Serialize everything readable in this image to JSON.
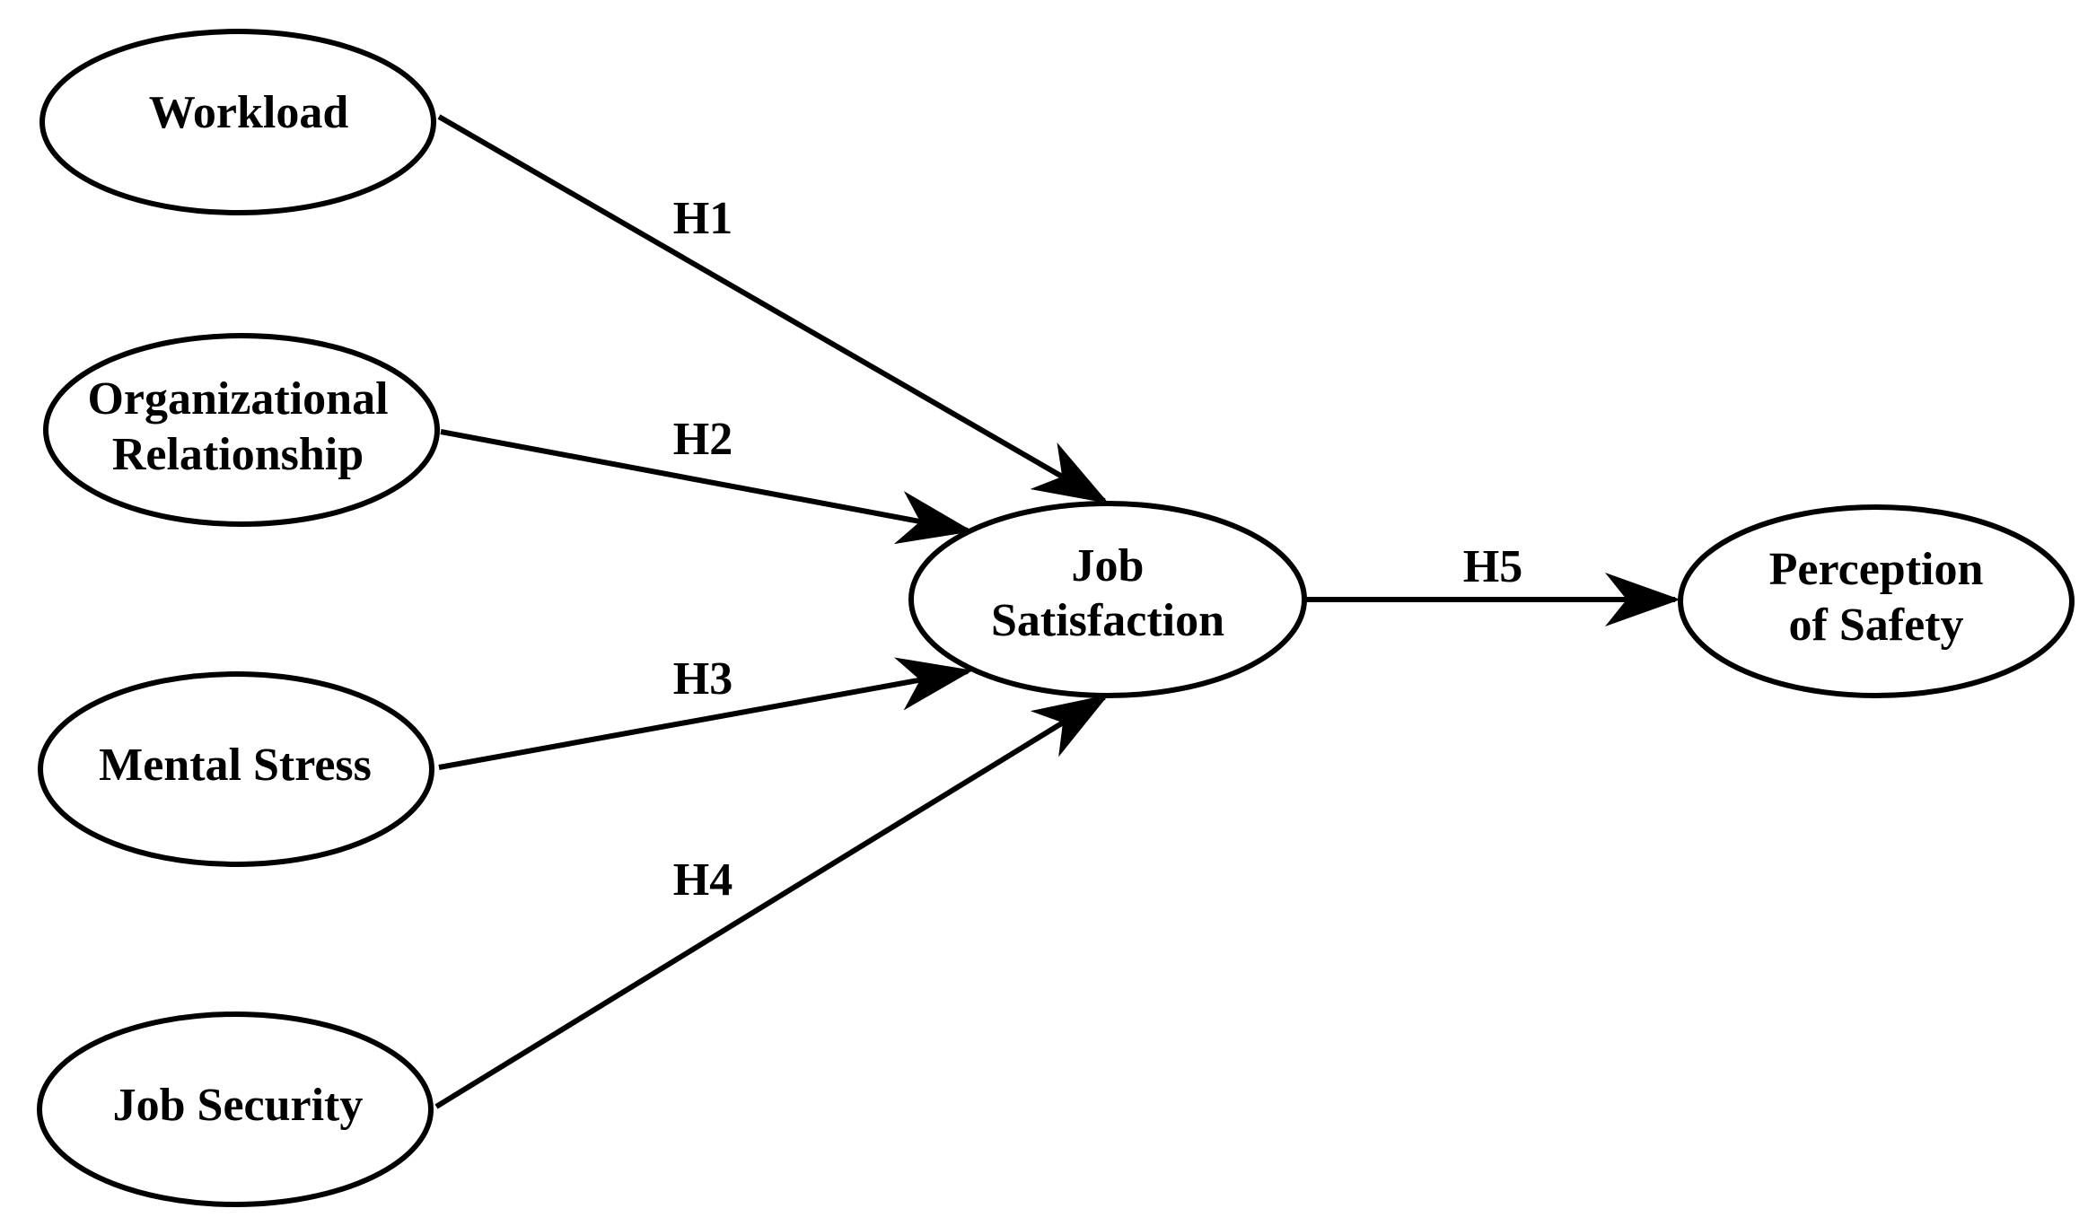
{
  "nodes": {
    "workload": {
      "lines": [
        "Workload"
      ]
    },
    "organizational_relationship": {
      "lines": [
        "Organizational",
        "Relationship"
      ]
    },
    "mental_stress": {
      "lines": [
        "Mental Stress"
      ]
    },
    "job_security": {
      "lines": [
        "Job Security"
      ]
    },
    "job_satisfaction": {
      "lines": [
        "Job",
        "Satisfaction"
      ]
    },
    "perception_of_safety": {
      "lines": [
        "Perception",
        "of Safety"
      ]
    }
  },
  "edges": [
    {
      "from": "workload",
      "to": "job_satisfaction",
      "label": "H1"
    },
    {
      "from": "organizational_relationship",
      "to": "job_satisfaction",
      "label": "H2"
    },
    {
      "from": "mental_stress",
      "to": "job_satisfaction",
      "label": "H3"
    },
    {
      "from": "job_security",
      "to": "job_satisfaction",
      "label": "H4"
    },
    {
      "from": "job_satisfaction",
      "to": "perception_of_safety",
      "label": "H5"
    }
  ],
  "colors": {
    "stroke": "#000000",
    "background": "#ffffff"
  }
}
